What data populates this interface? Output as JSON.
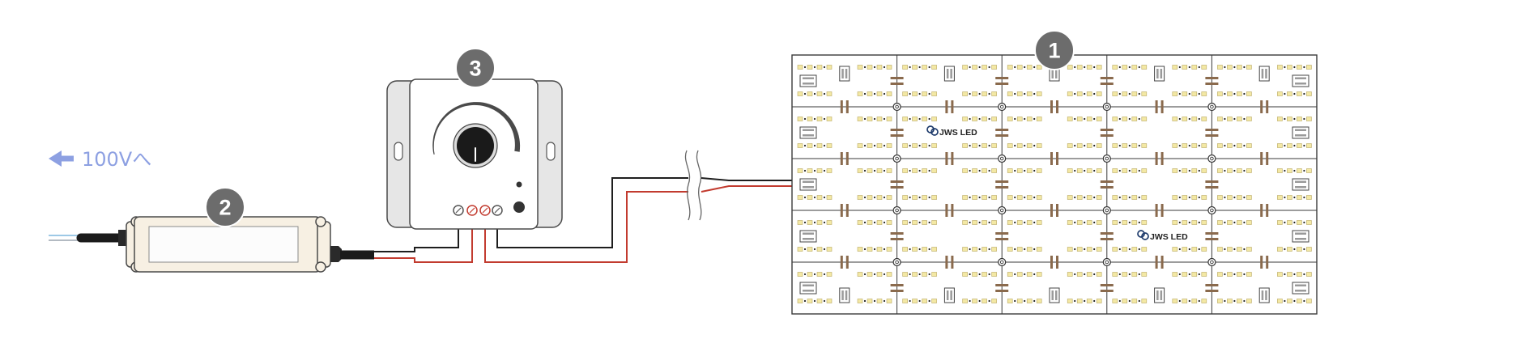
{
  "supply_label": {
    "icon": "arrow-left-icon",
    "text": "100Vへ",
    "color": "#8da0e2"
  },
  "badges": {
    "led_panel": "1",
    "power_supply": "2",
    "dimmer": "3",
    "color": "#6c6c6c"
  },
  "power_supply": {
    "body_color": "#f7f0e3"
  },
  "dimmer": {
    "knob_icon": "dimmer-knob-icon",
    "plate_color": "#e6e6e6"
  },
  "led_panel": {
    "logos": [
      "JWS LED",
      "JWS LED"
    ],
    "logo_icon": "jws-logo-icon",
    "led_color": "#f3e8a4",
    "pad_color": "#8a6a4d"
  },
  "wires": {
    "positive_color": "#c23b2f",
    "negative_color": "#1e1e1e",
    "input_wire_color": "#7db7de",
    "break_icon": "cable-break-icon"
  }
}
